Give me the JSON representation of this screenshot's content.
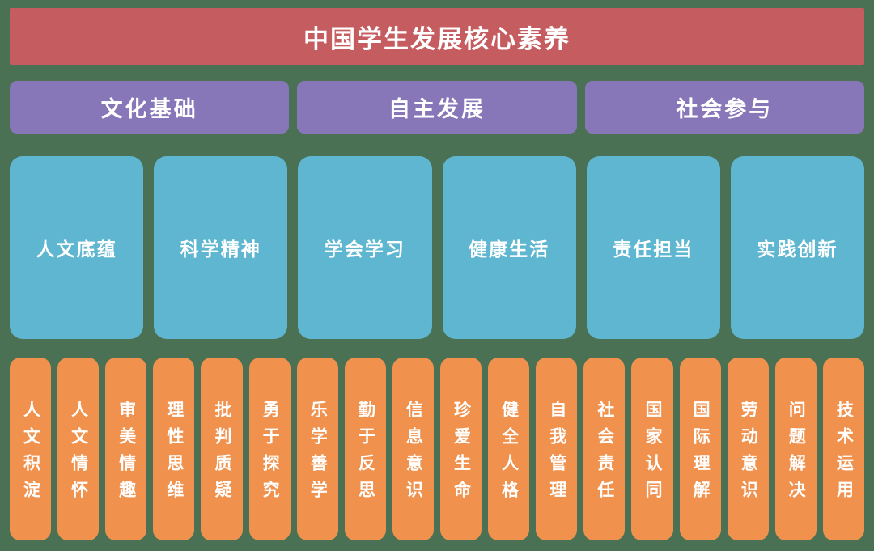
{
  "title": {
    "text": "中国学生发展核心素养"
  },
  "domains": [
    {
      "label": "文化基础"
    },
    {
      "label": "自主发展"
    },
    {
      "label": "社会参与"
    }
  ],
  "competencies": [
    {
      "label": "人文底蕴"
    },
    {
      "label": "科学精神"
    },
    {
      "label": "学会学习"
    },
    {
      "label": "健康生活"
    },
    {
      "label": "责任担当"
    },
    {
      "label": "实践创新"
    }
  ],
  "points": [
    {
      "label": "人文积淀"
    },
    {
      "label": "人文情怀"
    },
    {
      "label": "审美情趣"
    },
    {
      "label": "理性思维"
    },
    {
      "label": "批判质疑"
    },
    {
      "label": "勇于探究"
    },
    {
      "label": "乐学善学"
    },
    {
      "label": "勤于反思"
    },
    {
      "label": "信息意识"
    },
    {
      "label": "珍爱生命"
    },
    {
      "label": "健全人格"
    },
    {
      "label": "自我管理"
    },
    {
      "label": "社会责任"
    },
    {
      "label": "国家认同"
    },
    {
      "label": "国际理解"
    },
    {
      "label": "劳动意识"
    },
    {
      "label": "问题解决"
    },
    {
      "label": "技术运用"
    }
  ],
  "colors": {
    "background": "#4A7153",
    "banner": "#C55C5F",
    "domain": "#8776B8",
    "competency": "#5FB6D0",
    "point": "#F0924E",
    "text": "#FFFFFF"
  }
}
